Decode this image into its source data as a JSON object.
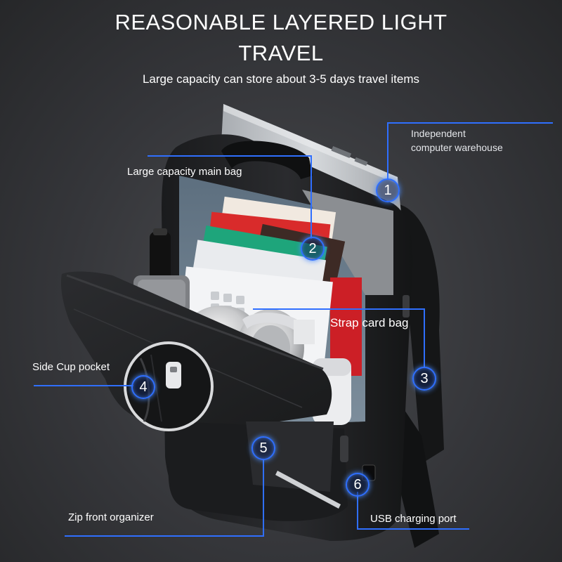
{
  "header": {
    "title_line1": "REASONABLE LAYERED LIGHT",
    "title_line2": "TRAVEL",
    "subtitle": "Large capacity can store about 3-5 days travel items"
  },
  "callouts": [
    {
      "number": "1",
      "label_line1": "Independent",
      "label_line2": "computer warehouse"
    },
    {
      "number": "2",
      "label": "Large capacity main bag"
    },
    {
      "number": "3",
      "label": "Strap card bag"
    },
    {
      "number": "4",
      "label": "Side Cup pocket"
    },
    {
      "number": "5",
      "label": "Zip front organizer"
    },
    {
      "number": "6",
      "label": "USB charging port"
    }
  ],
  "colors": {
    "accent_line": "#2f6fff",
    "background": "#3a3b3d",
    "text": "#ffffff"
  }
}
